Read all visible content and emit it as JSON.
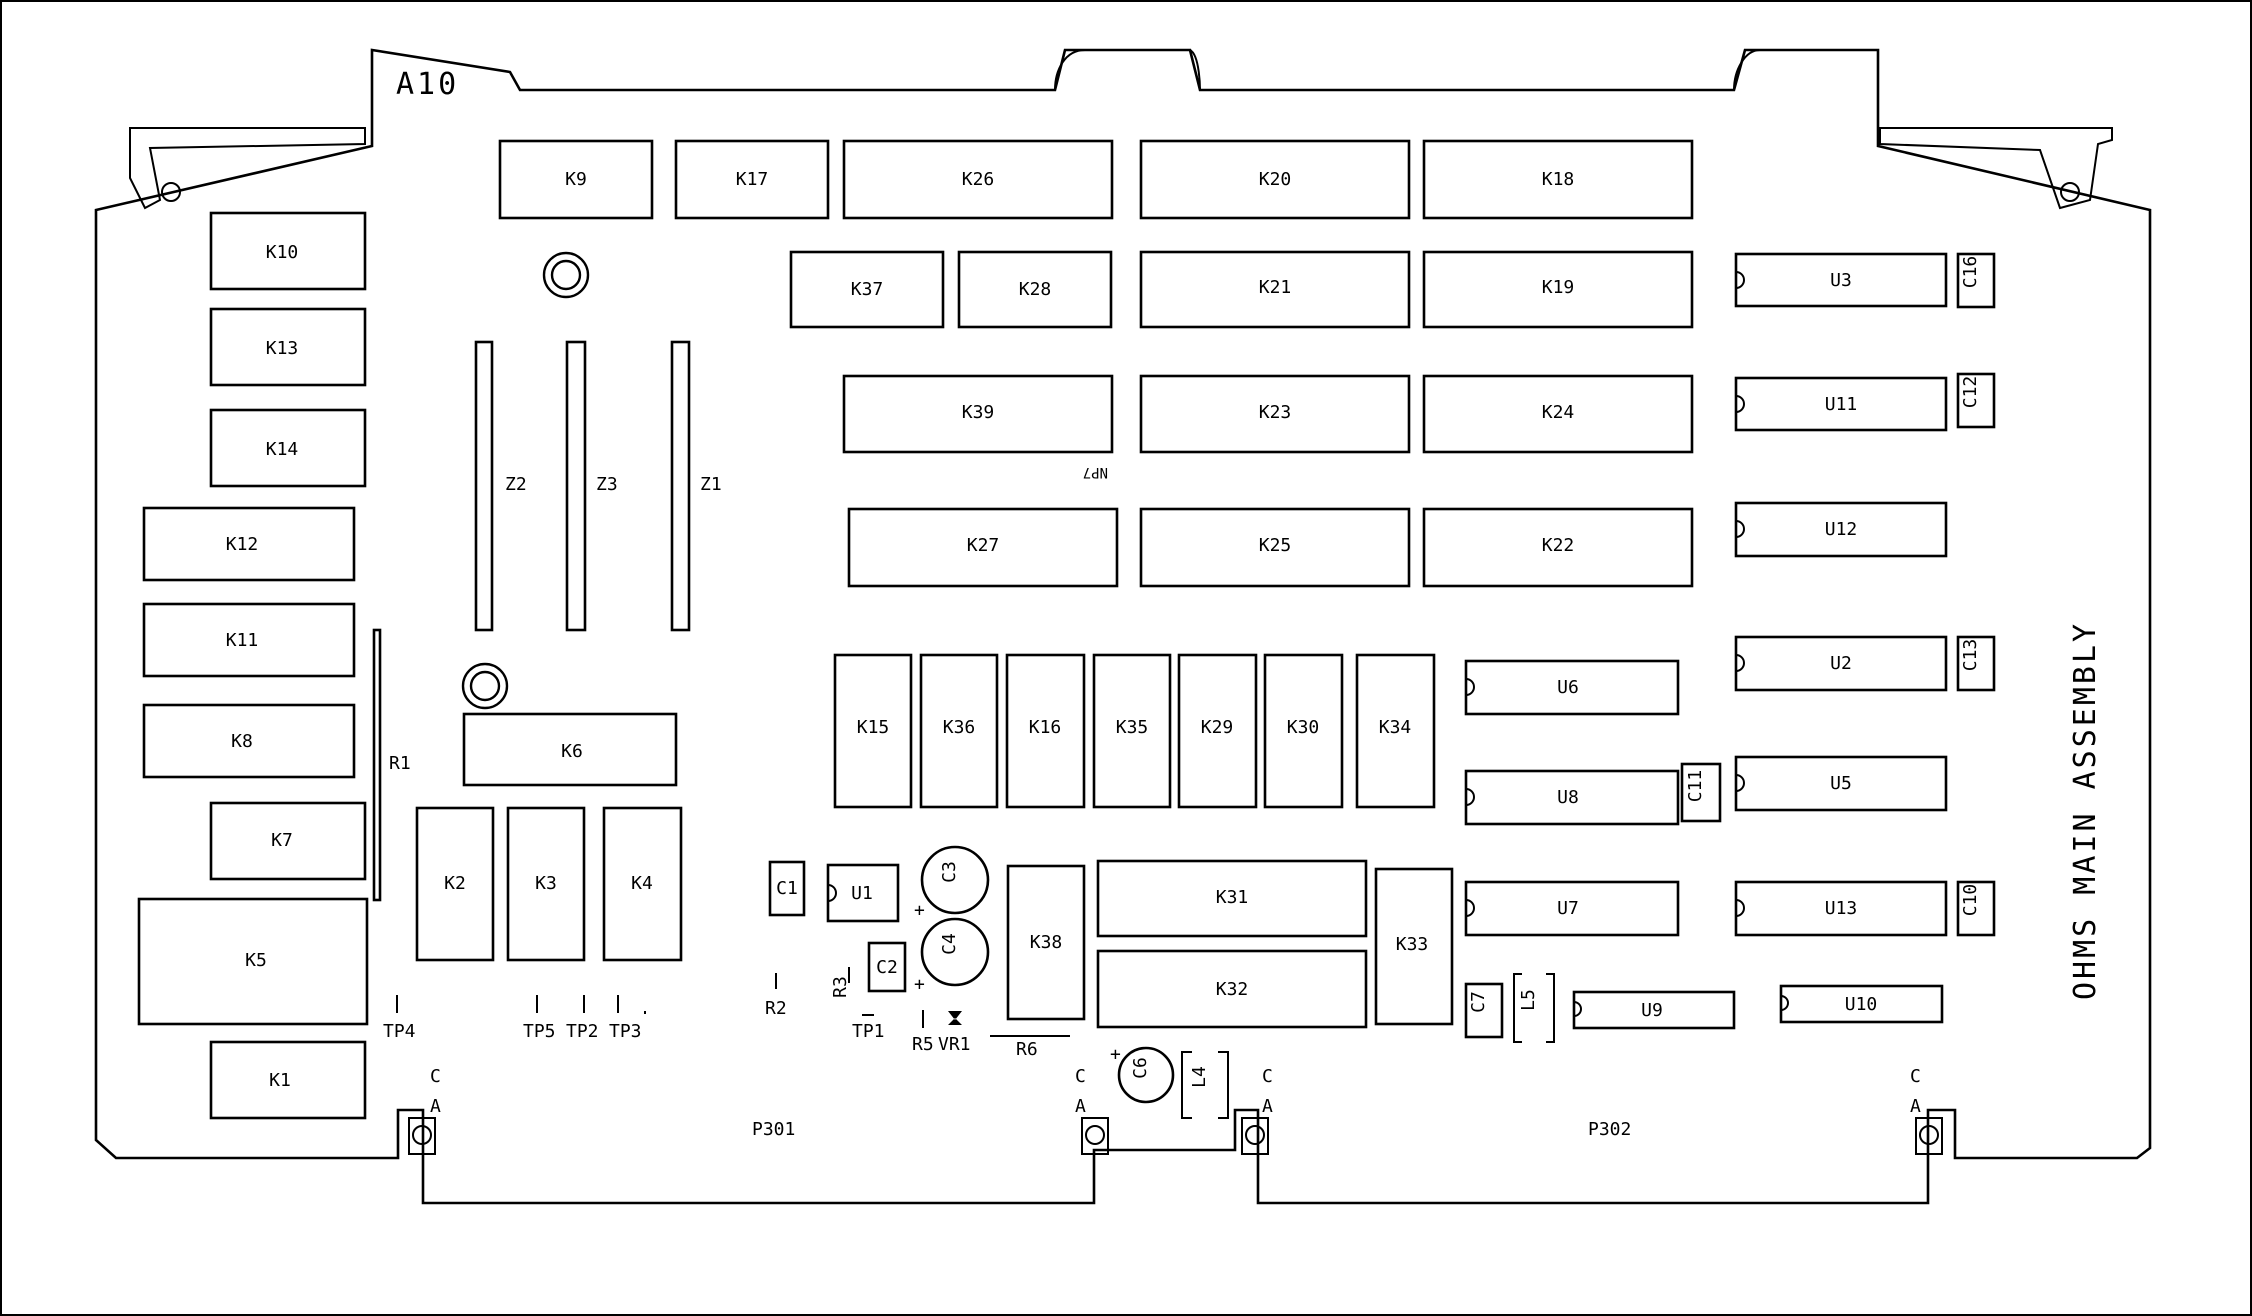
{
  "board": {
    "designator": "A10",
    "assembly_title": "OHMS MAIN ASSEMBLY",
    "connectors": [
      "P301",
      "P302"
    ],
    "connector_pin_labels": {
      "top": "C",
      "bottom": "A"
    },
    "mark_np7": "NP7",
    "line_color": "#000000",
    "background": "#ffffff"
  },
  "components": {
    "K9": "K9",
    "K17": "K17",
    "K26": "K26",
    "K20": "K20",
    "K18": "K18",
    "K37": "K37",
    "K28": "K28",
    "K21": "K21",
    "K19": "K19",
    "K39": "K39",
    "K23": "K23",
    "K24": "K24",
    "K27": "K27",
    "K25": "K25",
    "K22": "K22",
    "K10": "K10",
    "K13": "K13",
    "K14": "K14",
    "K12": "K12",
    "K11": "K11",
    "K8": "K8",
    "K7": "K7",
    "K5": "K5",
    "K1": "K1",
    "K6": "K6",
    "K2": "K2",
    "K3": "K3",
    "K4": "K4",
    "K15": "K15",
    "K36": "K36",
    "K16": "K16",
    "K35": "K35",
    "K29": "K29",
    "K30": "K30",
    "K34": "K34",
    "K31": "K31",
    "K32": "K32",
    "K33": "K33",
    "K38": "K38",
    "U3": "U3",
    "U11": "U11",
    "U12": "U12",
    "U2": "U2",
    "U5": "U5",
    "U13": "U13",
    "U10": "U10",
    "U6": "U6",
    "U8": "U8",
    "U7": "U7",
    "U9": "U9",
    "U1": "U1",
    "C16": "C16",
    "C12": "C12",
    "C13": "C13",
    "C11": "C11",
    "C10": "C10",
    "C7": "C7",
    "C1": "C1",
    "C2": "C2",
    "C3": "C3",
    "C4": "C4",
    "C6": "C6",
    "L4": "L4",
    "L5": "L5",
    "Z1": "Z1",
    "Z2": "Z2",
    "Z3": "Z3",
    "R1": "R1",
    "R2": "R2",
    "R3": "R3",
    "R5": "R5",
    "R6": "R6",
    "VR1": "VR1",
    "TP1": "TP1",
    "TP2": "TP2",
    "TP3": "TP3",
    "TP4": "TP4",
    "TP5": "TP5"
  }
}
